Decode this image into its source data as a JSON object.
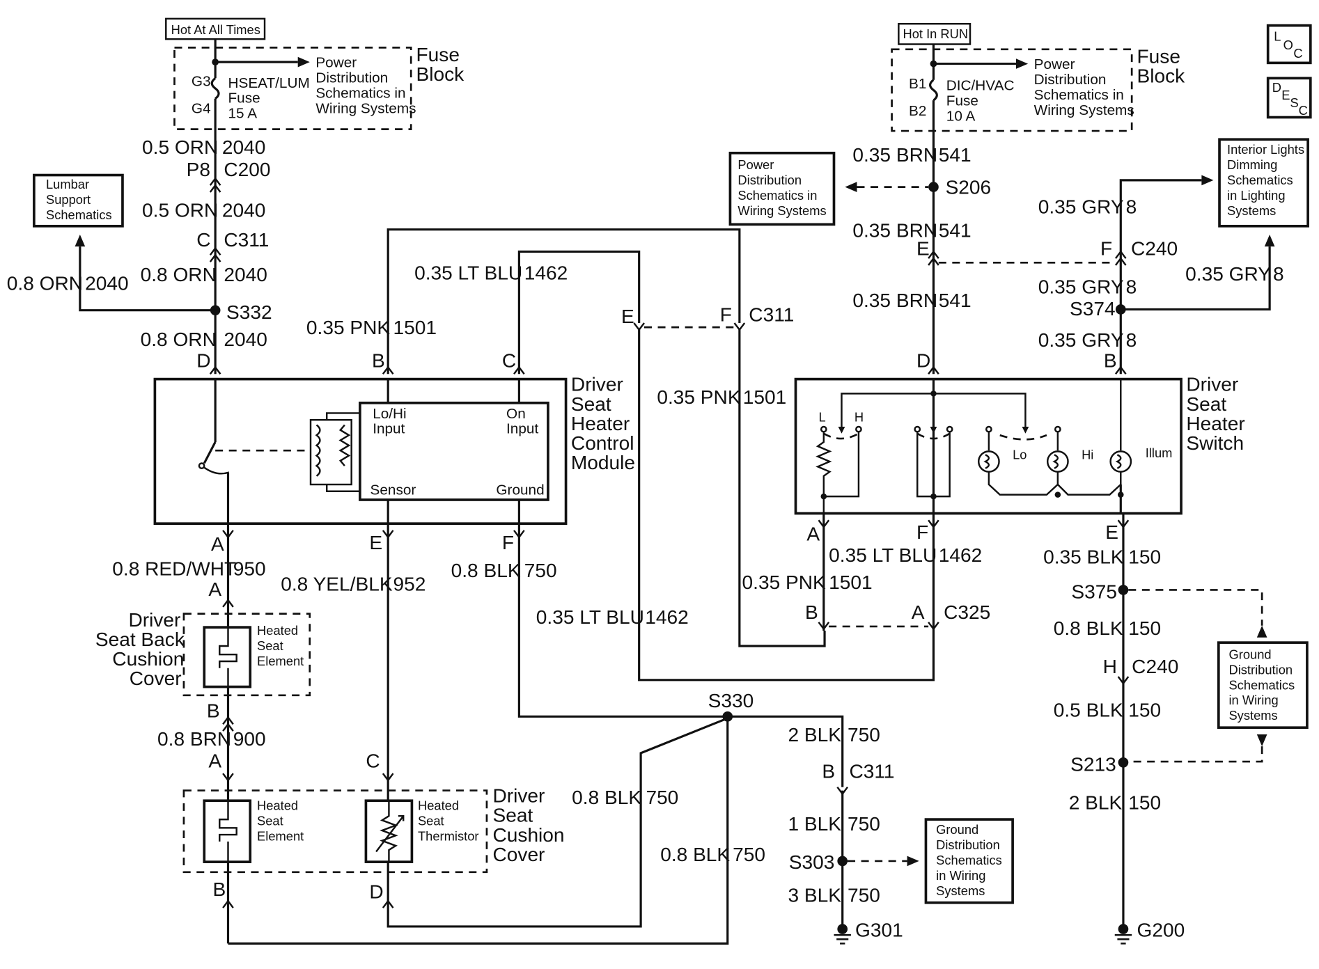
{
  "power": {
    "hot_at_all_times": "Hot At All Times",
    "hot_in_run": "Hot In RUN",
    "fuse_block": "Fuse Block",
    "pd_note": "Power Distribution Schematics in Wiring Systems"
  },
  "left_fuse": {
    "pin_in": "G3",
    "pin_out": "G4",
    "name": "HSEAT/LUM",
    "type": "Fuse",
    "rating": "15 A"
  },
  "right_fuse": {
    "pin_in": "B1",
    "pin_out": "B2",
    "name": "DIC/HVAC",
    "type": "Fuse",
    "rating": "10 A"
  },
  "refs": {
    "lumbar": "Lumbar Support Schematics",
    "power_dist": "Power Distribution Schematics in Wiring Systems",
    "interior_dim": "Interior Lights Dimming Schematics in Lighting Systems",
    "ground_dist": "Ground Distribution Schematics in Wiring Systems"
  },
  "icons": {
    "loc": "LOC",
    "desc": "DESC"
  },
  "modules": {
    "control": "Driver Seat Heater Control Module",
    "switch": "Driver Seat Heater Switch",
    "back_cover": "Driver Seat Back Cushion Cover",
    "cushion_cover": "Driver Seat Cushion Cover"
  },
  "control_pins": {
    "lohi": "Lo/Hi Input",
    "on": "On Input",
    "sensor": "Sensor",
    "ground": "Ground"
  },
  "switch_labels": {
    "l": "L",
    "h": "H",
    "lo": "Lo",
    "hi": "Hi",
    "illum": "Illum"
  },
  "elements": {
    "heated_element": "Heated Seat Element",
    "thermistor": "Heated Seat Thermistor"
  },
  "connectors": {
    "c200": "C200",
    "c311": "C311",
    "c240": "C240",
    "c325": "C325",
    "p8": "P8",
    "pin_c": "C",
    "pin_d": "D",
    "pin_b": "B",
    "pin_e": "E",
    "pin_f": "F",
    "pin_a": "A",
    "pin_h": "H"
  },
  "splices": {
    "s332": "S332",
    "s206": "S206",
    "s374": "S374",
    "s375": "S375",
    "s213": "S213",
    "s330": "S330",
    "s303": "S303"
  },
  "grounds": {
    "g301": "G301",
    "g200": "G200"
  },
  "wires": {
    "orn05_2040_a": "0.5 ORN",
    "orn05_2040_b": "0.5 ORN",
    "ckt2040": "2040",
    "orn08": "0.8 ORN",
    "pnk035": "0.35 PNK",
    "ckt1501": "1501",
    "ltblu035": "0.35 LT BLU",
    "ckt1462": "1462",
    "brn035": "0.35 BRN",
    "ckt541": "541",
    "gry035": "0.35 GRY",
    "ckt8": "8",
    "redwht08": "0.8 RED/WHT",
    "ckt950": "950",
    "yelblk08": "0.8 YEL/BLK",
    "ckt952": "952",
    "blk08": "0.8 BLK",
    "ckt750": "750",
    "brn08": "0.8 BRN",
    "ckt900": "900",
    "blk035": "0.35 BLK",
    "ckt150": "150",
    "blk05": "0.5 BLK",
    "blk2": "2 BLK",
    "blk1": "1 BLK",
    "blk3": "3 BLK"
  }
}
